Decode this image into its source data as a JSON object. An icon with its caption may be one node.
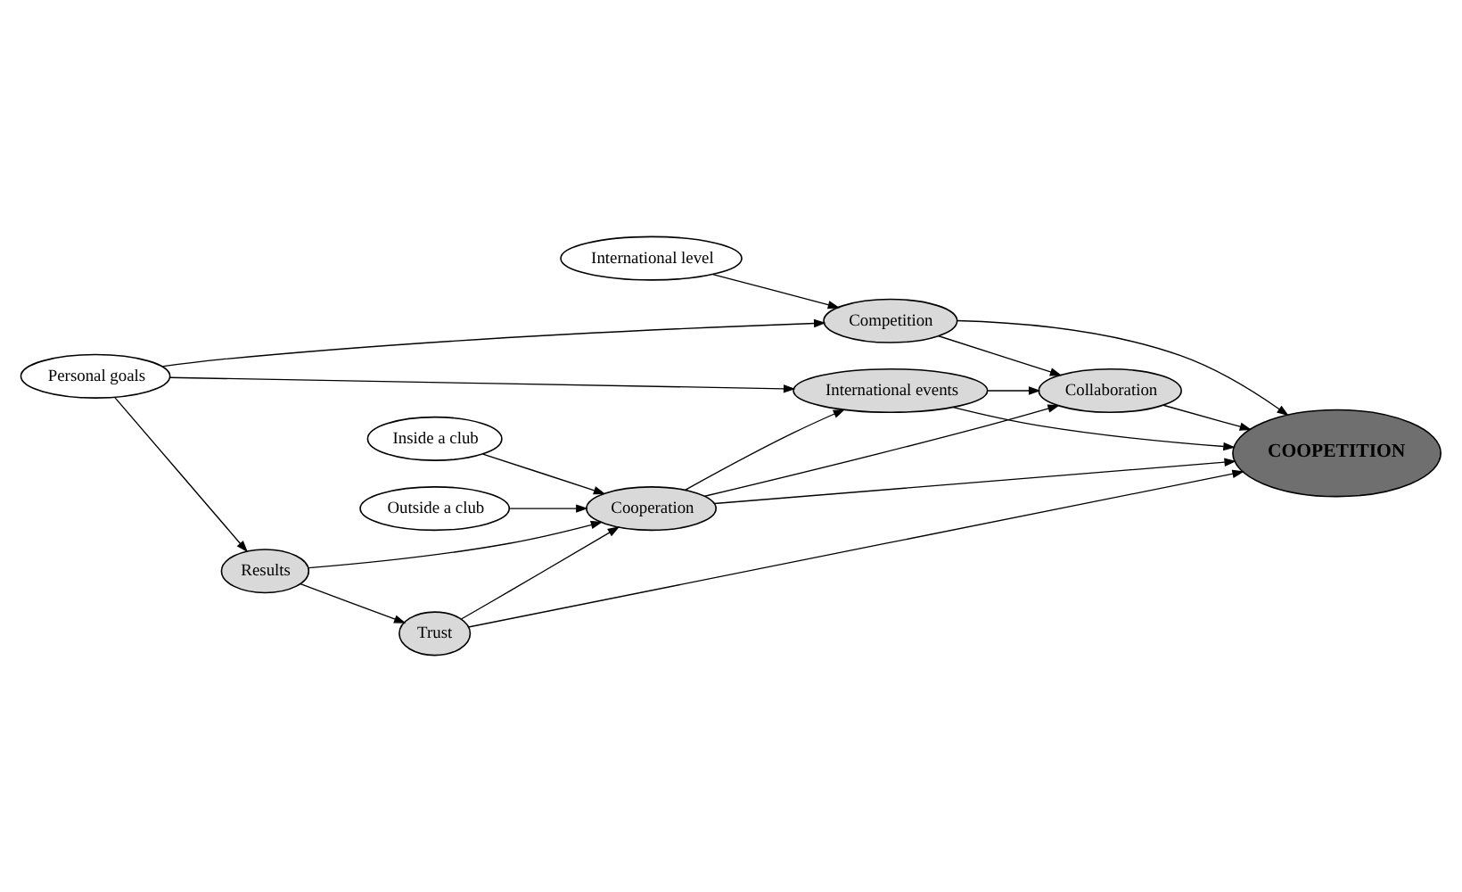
{
  "diagram": {
    "nodes": [
      {
        "text": [
          "Personal goals"
        ]
      },
      {
        "text": [
          "Competition"
        ]
      },
      {
        "text": [
          "International level"
        ]
      },
      {
        "text": [
          "International events"
        ]
      },
      {
        "text": [
          "Collaboration"
        ]
      },
      {
        "text": [
          "COOPETITION"
        ]
      },
      {
        "text": [
          "Inside a club"
        ]
      },
      {
        "text": [
          "Cooperation"
        ]
      },
      {
        "text": [
          "Outside a club"
        ]
      },
      {
        "text": [
          "Results"
        ]
      },
      {
        "text": [
          "Trust"
        ]
      }
    ],
    "edges": [
      {
        "from": 0,
        "to": 1,
        "arrow": "to"
      },
      {
        "from": 0,
        "to": 3,
        "arrow": "to"
      },
      {
        "from": 0,
        "to": 9,
        "arrow": "to"
      },
      {
        "from": 2,
        "to": 1,
        "arrow": "to"
      },
      {
        "from": 1,
        "to": 5,
        "arrow": "to"
      },
      {
        "from": 1,
        "to": 4,
        "arrow": "to"
      },
      {
        "from": 3,
        "to": 5,
        "arrow": "to"
      },
      {
        "from": 3,
        "to": 4,
        "arrow": "to"
      },
      {
        "from": 4,
        "to": 5,
        "arrow": "to"
      },
      {
        "from": 7,
        "to": 3,
        "arrow": "to"
      },
      {
        "from": 7,
        "to": 4,
        "arrow": "to"
      },
      {
        "from": 6,
        "to": 7,
        "arrow": "to"
      },
      {
        "from": 8,
        "to": 7,
        "arrow": "to"
      },
      {
        "from": 7,
        "to": 5,
        "arrow": "to"
      },
      {
        "from": 9,
        "to": 7,
        "arrow": "to"
      },
      {
        "from": 9,
        "to": 10,
        "arrow": "to"
      },
      {
        "from": 10,
        "to": 7,
        "arrow": "to"
      },
      {
        "from": 10,
        "to": 5,
        "arrow": "to"
      }
    ]
  }
}
